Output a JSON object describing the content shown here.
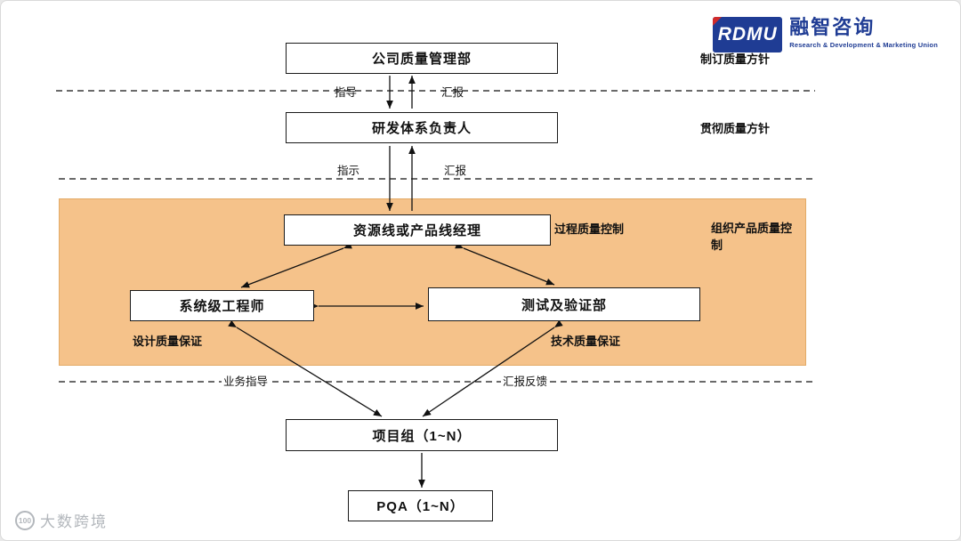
{
  "logo": {
    "mark": "RDMU",
    "name": "融智咨询",
    "subtitle": "Research & Development & Marketing Union"
  },
  "boxes": {
    "company": "公司质量管理部",
    "rd_lead": "研发体系负责人",
    "manager": "资源线或产品线经理",
    "engineer": "系统级工程师",
    "testing": "测试及验证部",
    "project": "项目组（1~N）",
    "pqa": "PQA（1~N）"
  },
  "notes": {
    "policy_make": "制订质量方针",
    "policy_apply": "贯彻质量方针",
    "process_qc": "过程质量控制",
    "org_product_qc": "组织产品质量控制"
  },
  "labels": {
    "guide": "指导",
    "report_up1": "汇报",
    "instruct": "指示",
    "report_up2": "汇报",
    "design_qa": "设计质量保证",
    "tech_qa": "技术质量保证",
    "biz_guide": "业务指导",
    "report_feedback": "汇报反馈"
  },
  "watermark": {
    "icon": "100",
    "text": "大数跨境"
  },
  "colors": {
    "accent_orange": "#F5C28A",
    "logo_blue": "#1F3C94",
    "line_black": "#111111"
  }
}
